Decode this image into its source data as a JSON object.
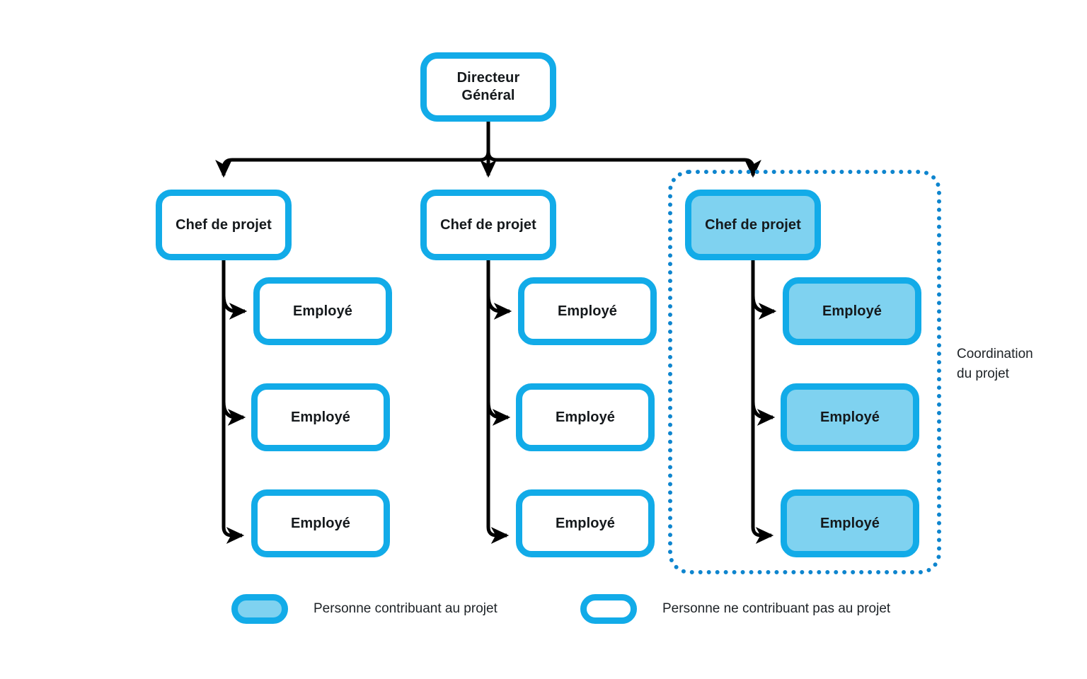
{
  "diagram": {
    "type": "org-chart",
    "title_text": "",
    "colors": {
      "node_border": "#12ABE8",
      "node_fill_highlight": "#7FD2F0",
      "node_fill_plain": "#FFFFFF",
      "connector": "#000000",
      "coordination_frame": "#0E85CE",
      "text": "#15191C",
      "background": "#FFFFFF"
    },
    "root": {
      "label": "Directeur\nGénéral",
      "label_line1": "Directeur",
      "label_line2": "Général",
      "highlighted": false
    },
    "columns": [
      {
        "manager": {
          "label": "Chef de projet",
          "highlighted": false
        },
        "employees": [
          {
            "label": "Employé",
            "highlighted": false
          },
          {
            "label": "Employé",
            "highlighted": false
          },
          {
            "label": "Employé",
            "highlighted": false
          }
        ]
      },
      {
        "manager": {
          "label": "Chef de projet",
          "highlighted": false
        },
        "employees": [
          {
            "label": "Employé",
            "highlighted": false
          },
          {
            "label": "Employé",
            "highlighted": false
          },
          {
            "label": "Employé",
            "highlighted": false
          }
        ]
      },
      {
        "manager": {
          "label": "Chef de projet",
          "highlighted": true
        },
        "employees": [
          {
            "label": "Employé",
            "highlighted": true
          },
          {
            "label": "Employé",
            "highlighted": true
          },
          {
            "label": "Employé",
            "highlighted": true
          }
        ]
      }
    ],
    "coordination": {
      "label_line1": "Coordination",
      "label_line2": "du projet",
      "label": "Coordination\ndu projet",
      "frame_style": "dotted"
    },
    "legend": [
      {
        "label": "Personne contribuant au projet",
        "filled": true
      },
      {
        "label": "Personne ne contribuant pas au projet",
        "filled": false
      }
    ]
  }
}
